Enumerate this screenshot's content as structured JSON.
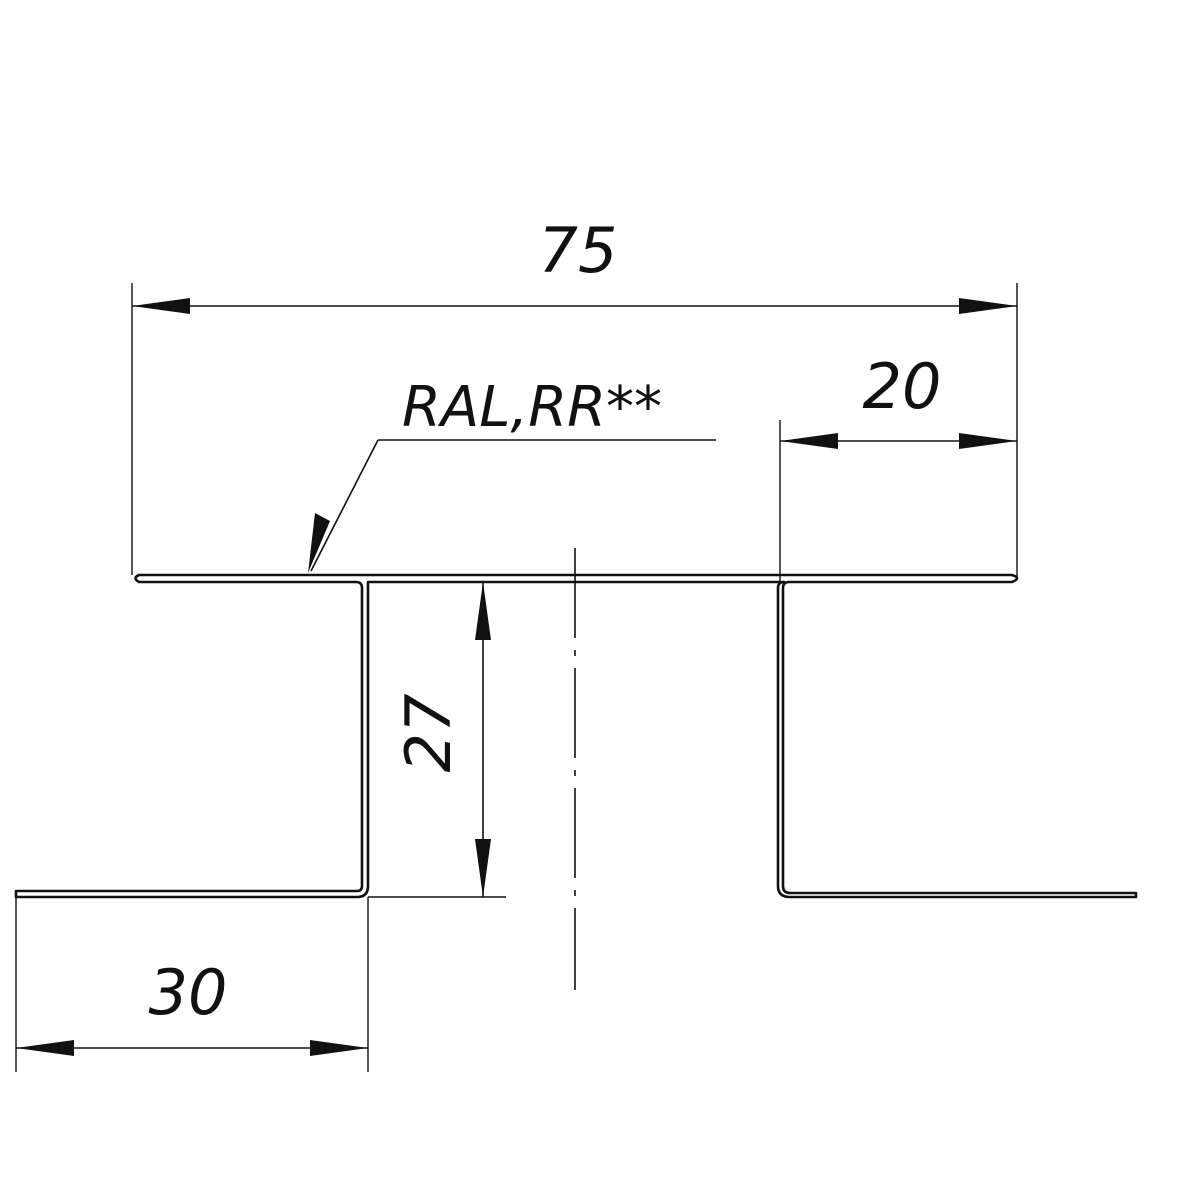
{
  "drawing": {
    "line_color": "#111111",
    "background": "#ffffff",
    "dimensions": {
      "overall_width": "75",
      "right_flange_width": "20",
      "depth": "27",
      "bottom_flange_width": "30"
    },
    "finish_note": "RAL,RR**"
  }
}
